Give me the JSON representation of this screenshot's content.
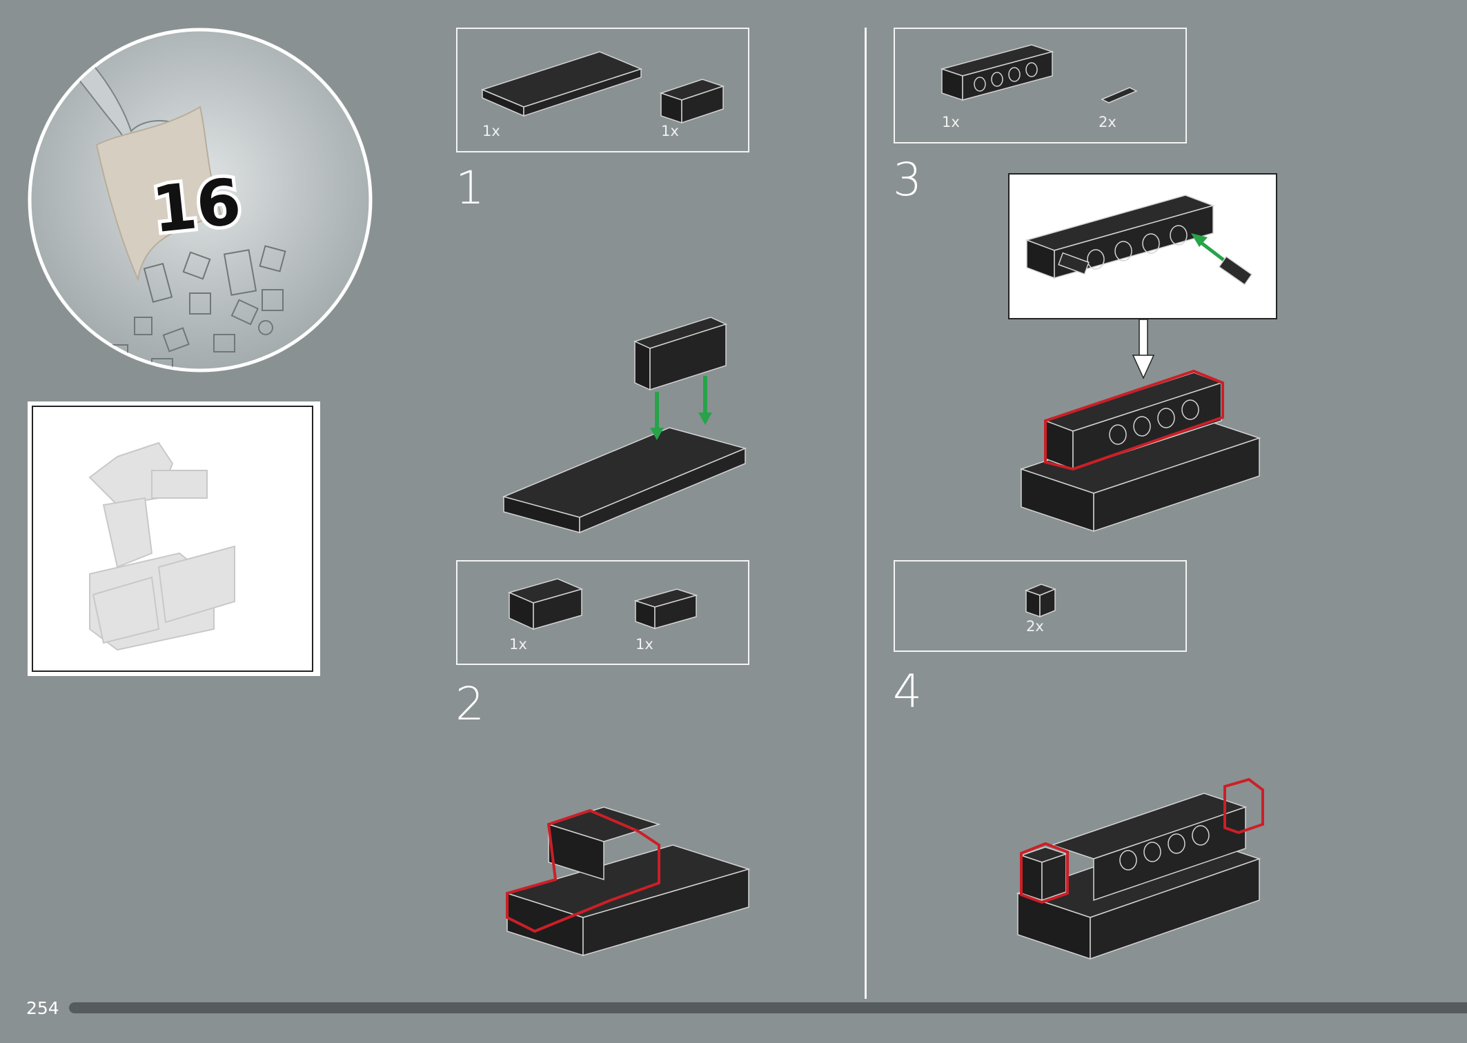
{
  "page": {
    "number": "254",
    "background": "#8a9192"
  },
  "bag": {
    "number": "16"
  },
  "steps": [
    {
      "number": "1",
      "parts": [
        {
          "qty": "1x"
        },
        {
          "qty": "1x"
        }
      ]
    },
    {
      "number": "2",
      "parts": [
        {
          "qty": "1x"
        },
        {
          "qty": "1x"
        }
      ]
    },
    {
      "number": "3",
      "parts": [
        {
          "qty": "1x"
        },
        {
          "qty": "2x"
        }
      ]
    },
    {
      "number": "4",
      "parts": [
        {
          "qty": "2x"
        }
      ]
    }
  ],
  "colors": {
    "brick": "#2b2b2b",
    "outline": "#d4d4d4",
    "highlight": "#cc1f27",
    "arrow": "#27a34a"
  }
}
